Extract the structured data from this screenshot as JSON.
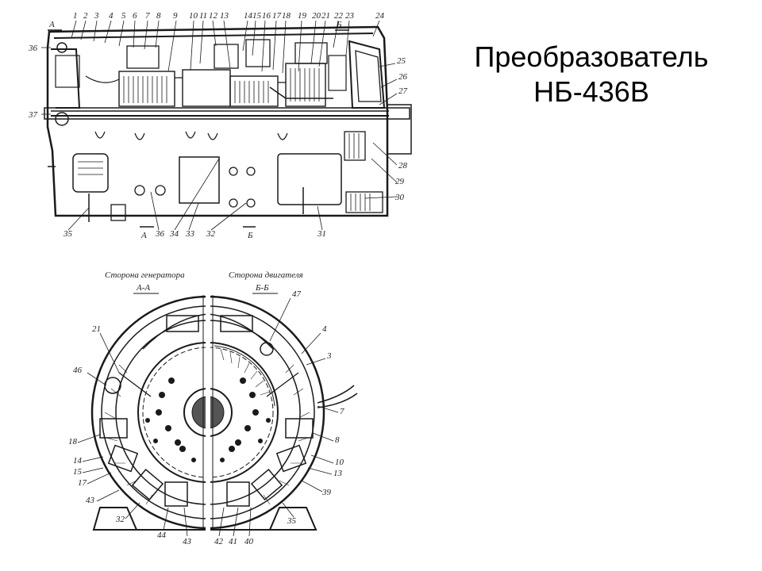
{
  "slide": {
    "title_line1": "Преобразователь",
    "title_line2": "НБ-436В"
  },
  "side_view": {
    "section_marks": [
      "А",
      "Б",
      "А",
      "Б"
    ],
    "top_numbers": [
      "1",
      "2",
      "3",
      "4",
      "5",
      "6",
      "7",
      "8",
      "9",
      "10",
      "11",
      "12",
      "13",
      "14",
      "15",
      "16",
      "17",
      "18",
      "19",
      "20",
      "21",
      "22",
      "23",
      "24"
    ],
    "right_numbers": [
      "25",
      "26",
      "27",
      "28",
      "29",
      "30"
    ],
    "left_numbers": [
      "36",
      "37"
    ],
    "bottom_numbers": [
      "35",
      "36",
      "34",
      "33",
      "32",
      "31"
    ]
  },
  "end_view": {
    "caption_left": "Сторона генератора",
    "caption_right": "Сторона двигателя",
    "section_left": "А-А",
    "section_right": "Б-Б",
    "left_numbers": [
      "21",
      "46",
      "18",
      "14",
      "15",
      "17",
      "43",
      "32"
    ],
    "right_numbers": [
      "47",
      "4",
      "3",
      "7",
      "8",
      "10",
      "13",
      "39",
      "35"
    ],
    "bottom_numbers": [
      "44",
      "43",
      "42",
      "41",
      "40"
    ]
  }
}
